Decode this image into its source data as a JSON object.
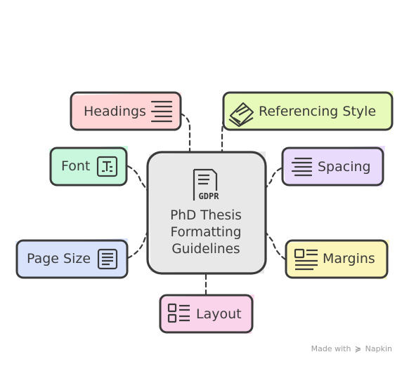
{
  "center": {
    "lines": [
      "PhD Thesis",
      "Formatting",
      "Guidelines"
    ],
    "icon": "document-icon",
    "icon_text": "GDPR"
  },
  "nodes": [
    {
      "id": "headings",
      "label": "Headings",
      "icon": "heading-lines-icon",
      "color": "#ffd0d0"
    },
    {
      "id": "referencing-style",
      "label": "Referencing Style",
      "icon": "book-icon",
      "color": "#e6fab6"
    },
    {
      "id": "font",
      "label": "Font",
      "icon": "text-box-icon",
      "color": "#c6f7dc"
    },
    {
      "id": "spacing",
      "label": "Spacing",
      "icon": "lines-icon",
      "color": "#e7d9fb"
    },
    {
      "id": "page-size",
      "label": "Page Size",
      "icon": "page-lines-icon",
      "color": "#d6e2fb"
    },
    {
      "id": "margins",
      "label": "Margins",
      "icon": "image-text-icon",
      "color": "#fbf4b6"
    },
    {
      "id": "layout",
      "label": "Layout",
      "icon": "layout-grid-icon",
      "color": "#fad2ea"
    }
  ],
  "footer": {
    "made_with": "Made with",
    "brand": "Napkin"
  },
  "colors": {
    "outline": "#3a3a3a",
    "center_fill": "#e8e8e8"
  }
}
